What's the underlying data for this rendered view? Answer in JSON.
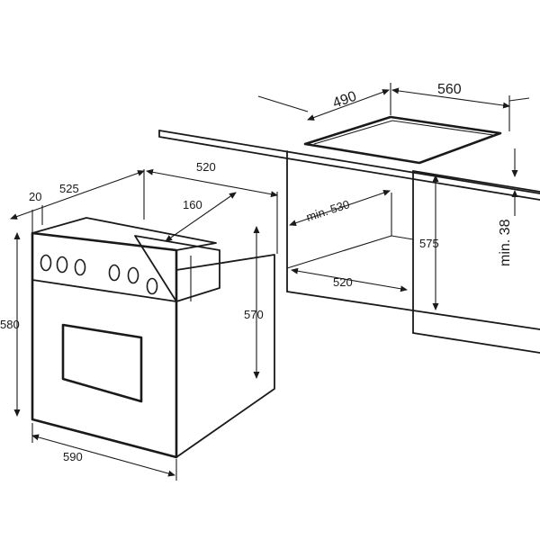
{
  "dimensions": {
    "oven_depth_front": "20",
    "oven_depth_body": "525",
    "oven_top_width": "520",
    "control_panel_depth": "160",
    "oven_height_front": "580",
    "oven_height_body": "570",
    "oven_width_front": "590",
    "cutout_depth": "490",
    "cutout_width": "560",
    "niche_min_depth": "min. 530",
    "niche_height": "575",
    "niche_width": "520",
    "worktop_min_thickness": "min. 38"
  }
}
